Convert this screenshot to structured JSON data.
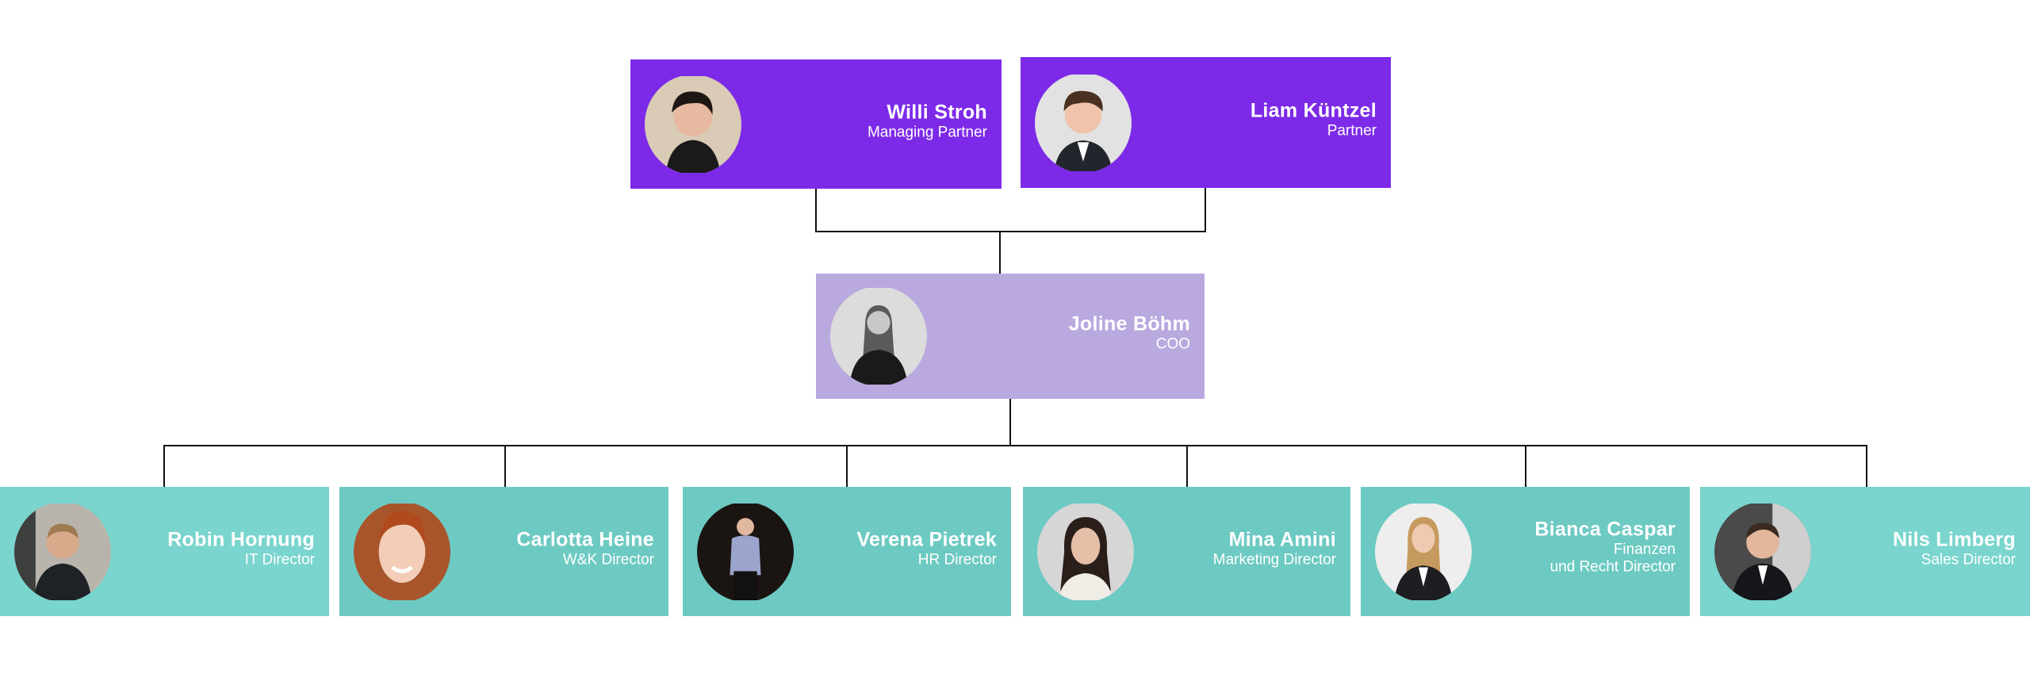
{
  "colors": {
    "partner": "#7d2ae8",
    "coo": "#b9a9df",
    "director": "#6dcac2",
    "connector": "#111111"
  },
  "partners": [
    {
      "name": "Willi Stroh",
      "role": "Managing Partner"
    },
    {
      "name": "Liam Küntzel",
      "role": "Partner"
    }
  ],
  "coo": {
    "name": "Joline Böhm",
    "role": "COO"
  },
  "directors": [
    {
      "name": "Robin Hornung",
      "role": "IT Director"
    },
    {
      "name": "Carlotta Heine",
      "role": "W&K Director"
    },
    {
      "name": "Verena Pietrek",
      "role": "HR Director"
    },
    {
      "name": "Mina Amini",
      "role": "Marketing Director"
    },
    {
      "name": "Bianca Caspar",
      "role_line1": "Finanzen",
      "role_line2": "und Recht Director"
    },
    {
      "name": "Nils Limberg",
      "role": "Sales Director"
    }
  ]
}
